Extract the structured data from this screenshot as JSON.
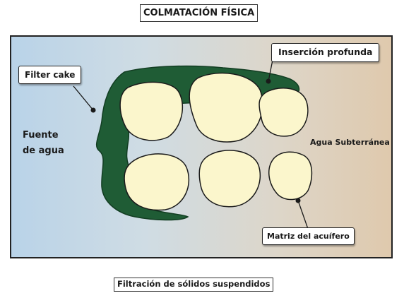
{
  "title": "COLMATACIÓN FÍSICA",
  "caption": "Filtración de sólidos suspendidos",
  "labels": {
    "filter_cake": "Filter cake",
    "insercion_profunda": "Inserción profunda",
    "fuente_de_agua_line1": "Fuente",
    "fuente_de_agua_line2": "de agua",
    "agua_subterranea": "Agua Subterránea",
    "matriz_del_acuifero": "Matriz del acuífero"
  },
  "colors": {
    "background_left": "#b9d3e8",
    "background_right": "#dfc9ad",
    "clog_green": "#1f5c35",
    "grain_fill": "#fbf6cc",
    "outline": "#1a1a1a"
  }
}
